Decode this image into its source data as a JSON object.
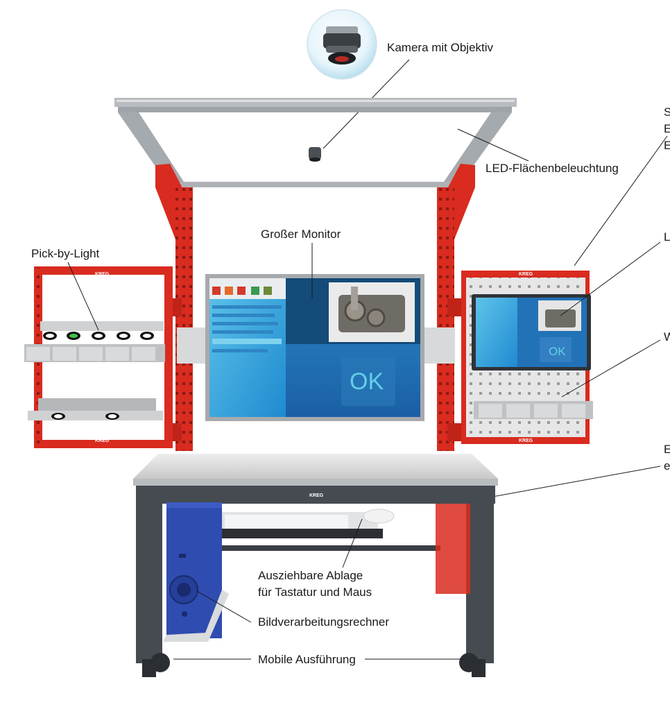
{
  "labels": {
    "camera": "Kamera mit Objektiv",
    "led": "LED-Flächenbeleuchtung",
    "pick_by_light": "Pick-by-Light",
    "large_monitor": "Großer Monitor",
    "drawer_line1": "Ausziehbare Ablage",
    "drawer_line2": "für Tastatur und Maus",
    "computer": "Bildverarbeitungsrechner",
    "mobile": "Mobile Ausführung"
  },
  "clipped_labels": {
    "right_top_1": "S",
    "right_top_2": "E",
    "right_top_3": "E",
    "right_mid": "L",
    "right_lower": "W",
    "right_bottom_1": "E",
    "right_bottom_2": "e"
  },
  "screen": {
    "status_text": "OK",
    "small_status_text": "OK"
  },
  "brand": "KREG",
  "colors": {
    "frame_red": "#d92b1f",
    "table_dark": "#454b51",
    "screen_blue": "#1d6fb8",
    "pc_blue": "#2f4cb0"
  }
}
